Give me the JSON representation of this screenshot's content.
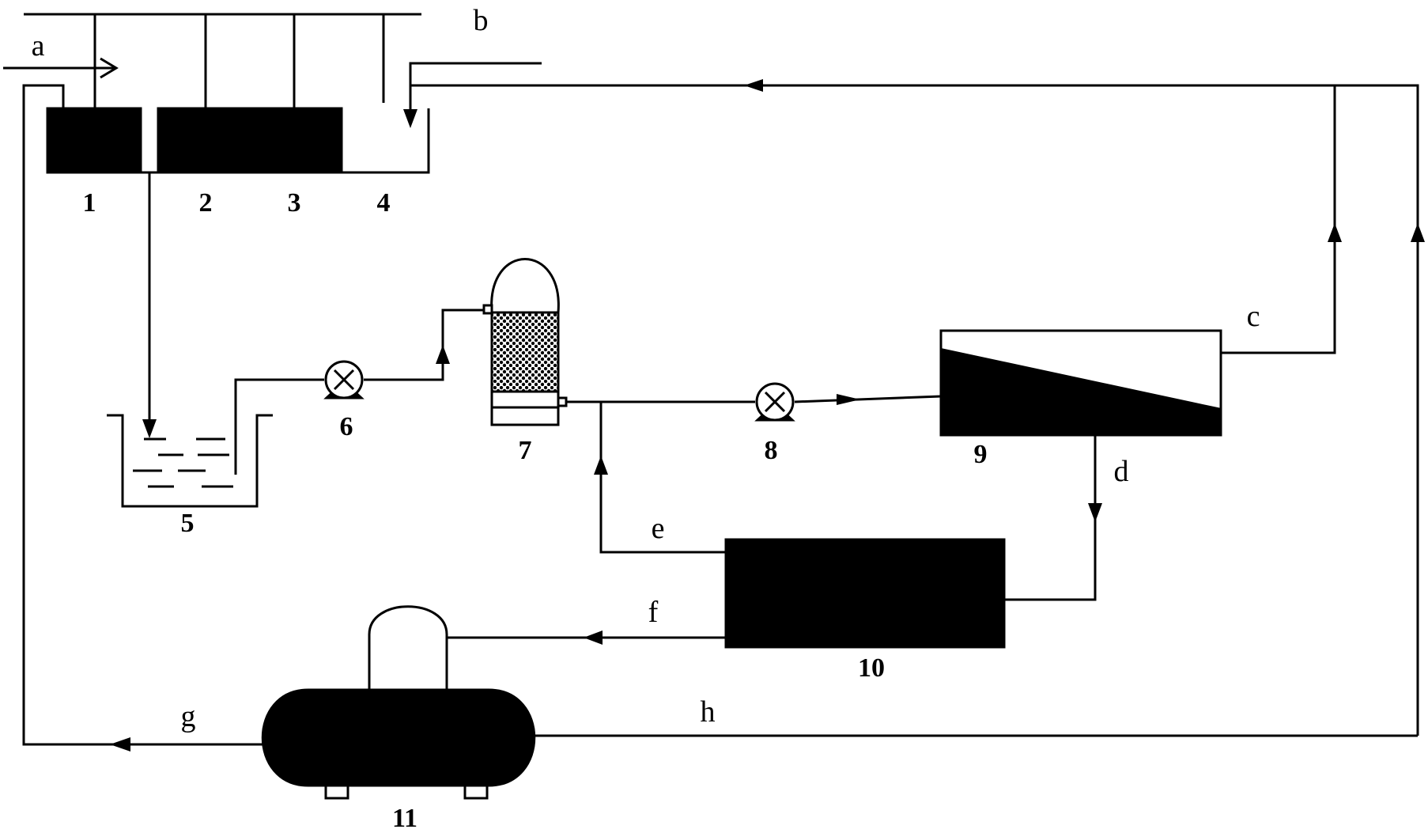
{
  "colors": {
    "ink": "#000000",
    "paper": "#ffffff"
  },
  "components": {
    "c1": "1",
    "c2": "2",
    "c3": "3",
    "c4": "4",
    "c5": "5",
    "c6": "6",
    "c7": "7",
    "c8": "8",
    "c9": "9",
    "c10": "10",
    "c11": "11"
  },
  "streams": {
    "a": "a",
    "b": "b",
    "c": "c",
    "d": "d",
    "e": "e",
    "f": "f",
    "g": "g",
    "h": "h"
  },
  "icons": {
    "pump_6": "pump-icon",
    "pump_8": "pump-icon"
  }
}
